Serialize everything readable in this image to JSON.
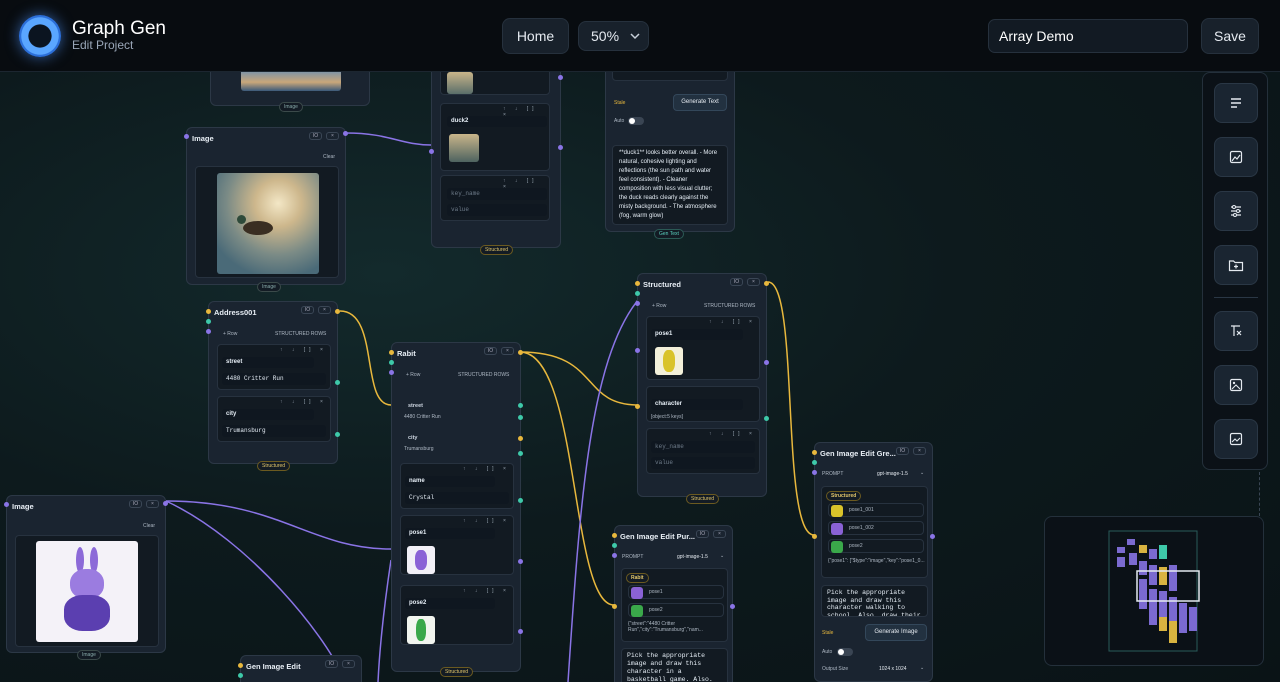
{
  "header": {
    "app_title": "Graph Gen",
    "app_subtitle": "Edit Project",
    "home_label": "Home",
    "zoom_label": "50%",
    "project_name": "Array Demo",
    "save_label": "Save"
  },
  "common": {
    "io": "IO",
    "close": "×",
    "clear": "Clear",
    "row_add": "+ Row",
    "structured_rows": "STRUCTURED ROWS",
    "row_controls": "↑ ↓ [] ×",
    "key_placeholder": "key_name",
    "value_placeholder": "value",
    "prompt_label": "PROMPT",
    "stale": "Stale",
    "auto": "Auto"
  },
  "node_top_image": {
    "footer": "Image"
  },
  "node_image1": {
    "title": "Image",
    "footer": "Image"
  },
  "node_structured_top": {
    "row_label": "duck2",
    "footer": "Structured"
  },
  "node_gentext": {
    "generate": "Generate Text",
    "output": "**duck1** looks better overall. - More natural, cohesive lighting and reflections (the sun path and water feel consistent). - Cleaner composition with less visual clutter; the duck reads clearly against the misty background. - The atmosphere (fog, warm glow)",
    "footer": "Gen Text"
  },
  "node_address": {
    "title": "Address001",
    "rows": [
      {
        "key": "street",
        "value": "4480 Critter Run"
      },
      {
        "key": "city",
        "value": "Trumansburg"
      }
    ],
    "footer": "Structured"
  },
  "node_rabit": {
    "title": "Rabit",
    "street_key": "street",
    "street_value": "4480 Critter Run",
    "city_key": "city",
    "city_value": "Trumansburg",
    "name_key": "name",
    "name_value": "Crystal",
    "pose1_key": "pose1",
    "pose2_key": "pose2",
    "footer": "Structured"
  },
  "node_structured_mid": {
    "title": "Structured",
    "pose1_key": "pose1",
    "character_key": "character",
    "character_value": "[object:5 keys]",
    "footer": "Structured"
  },
  "node_image2": {
    "title": "Image",
    "footer": "Image"
  },
  "node_gen_edit_bottom": {
    "title": "Gen Image Edit"
  },
  "node_gen_edit_pur": {
    "title": "Gen Image Edit Pur...",
    "model": "gpt-image-1.5",
    "tag": "Rabit",
    "items": [
      "pose1",
      "pose2"
    ],
    "json_text": "{\"street\":\"4480 Critter Run\",\"city\":\"Trumansburg\",\"nam...",
    "prompt_text": "Pick the appropriate image and draw this character in a basketball game. Also."
  },
  "node_gen_edit_gre": {
    "title": "Gen Image Edit Gre...",
    "model": "gpt-image-1.5",
    "tag": "Structured",
    "items": [
      "pose1_001",
      "pose1_002",
      "pose2"
    ],
    "json_text": "{\"pose1\": [\"$type\":\"image\",\"key\":\"pose1_0...",
    "prompt_text": "Pick the appropriate image and draw this character walking to school. Also. draw their",
    "generate": "Generate Image",
    "output_size_label": "Output Size",
    "output_size_value": "1024 x 1024"
  },
  "toolbar": {
    "tools": [
      "text-tool-icon",
      "image-tool-icon",
      "sliders-icon",
      "folder-plus-icon",
      "text-format-icon",
      "image-add-icon",
      "image-edit-icon"
    ]
  },
  "colors": {
    "accent_purple": "#8a74e6",
    "accent_gold": "#e8b83d",
    "accent_teal": "#3ec9a9",
    "background": "#0d1a1d"
  }
}
